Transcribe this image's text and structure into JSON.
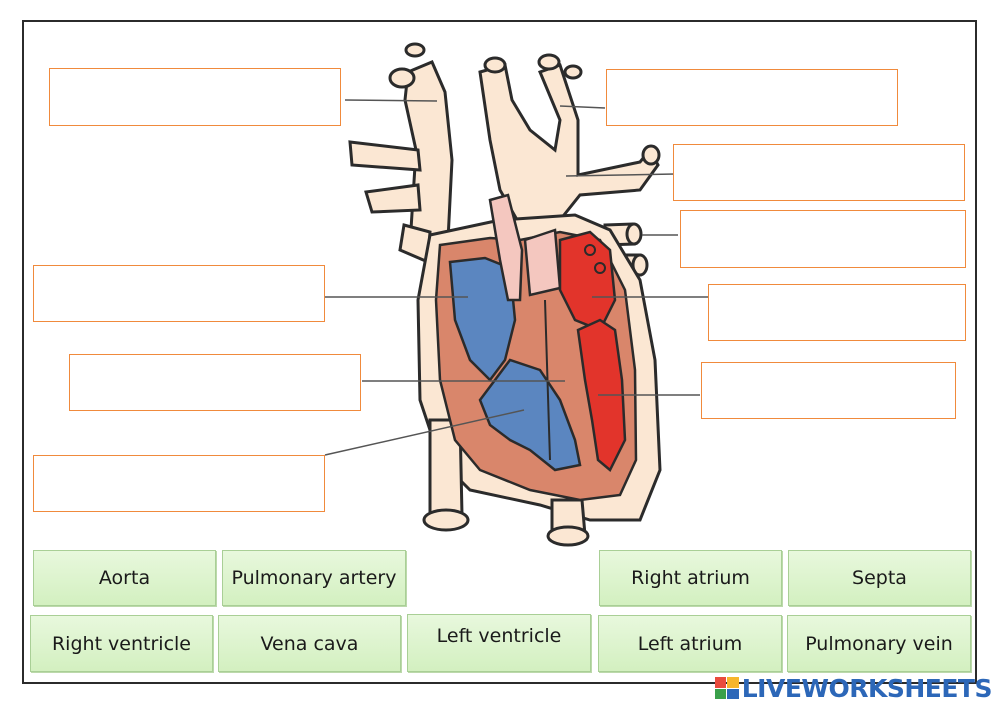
{
  "colors": {
    "drop_border": "#f08a3c",
    "chip_fill": "#dff5cf",
    "deoxygenated": "#5b86c0",
    "oxygenated": "#e2342b",
    "vessel": "#fbe7d3",
    "muscle": "#d9866b"
  },
  "labels": {
    "aorta": "Aorta",
    "pulmonary_artery": "Pulmonary artery",
    "right_atrium": "Right atrium",
    "septa": "Septa",
    "right_ventricle": "Right ventricle",
    "vena_cava": "Vena cava",
    "left_ventricle": "Left ventricle",
    "left_atrium": "Left atrium",
    "pulmonary_vein": "Pulmonary vein"
  },
  "brand": {
    "text": "LIVEWORKSHEETS",
    "icon": "liveworksheets-logo-icon"
  }
}
